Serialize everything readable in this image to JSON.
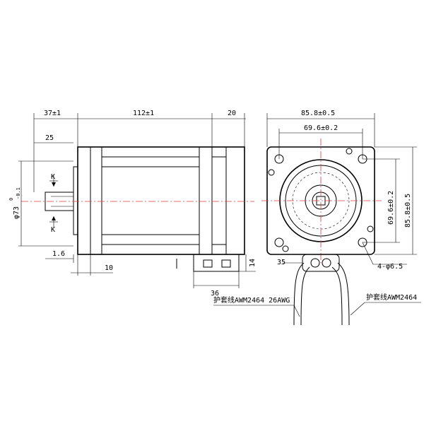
{
  "dimensions": {
    "front_len": "37±1",
    "body_len": "112±1",
    "back_len": "20",
    "shaft_key": "25",
    "flange_diam": "φ73",
    "flange_tol_top": "0",
    "flange_tol_bottom": "-0.1",
    "key_label": "K",
    "shaft_step": "1.6",
    "flange_thick": "10",
    "connector_len": "36",
    "connector_h": "14",
    "face_width": "85.8±0.5",
    "hole_spacing": "69.6±0.2",
    "hole_spacing_v": "69.6±0.2",
    "face_height": "85.8±0.5",
    "cable_offset": "35",
    "holes": "4-φ6.5"
  },
  "notes": {
    "cable_left": "护套线AWM2464 26AWG",
    "cable_right": "护套线AWM2464"
  }
}
